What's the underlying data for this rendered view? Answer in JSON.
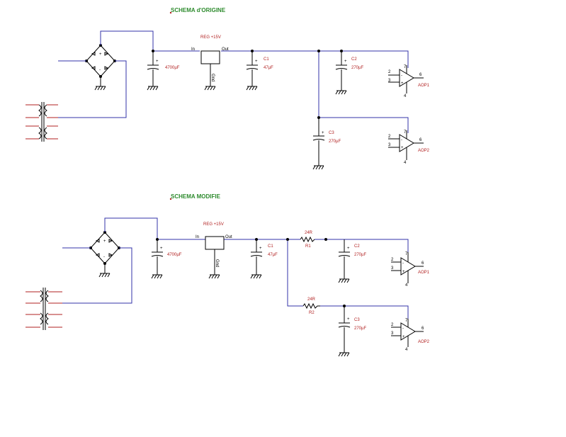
{
  "schema_top": {
    "title": "SCHEMA d'ORIGINE",
    "reg_label": "REG +15V",
    "reg_in": "In",
    "reg_out": "Out",
    "reg_gnd": "Gnd",
    "c_main": "4700µF",
    "c1_name": "C1",
    "c1_value": "47µF",
    "c2_name": "C2",
    "c2_value": "270µF",
    "c3_name": "C3",
    "c3_value": "270µF",
    "aop1": "AOP1",
    "aop2": "AOP2",
    "pin2": "2",
    "pin3": "3",
    "pin6": "6",
    "pin4": "4",
    "pin7": "7"
  },
  "schema_bottom": {
    "title": "SCHEMA MODIFIE",
    "reg_label": "REG +15V",
    "reg_in": "In",
    "reg_out": "Out",
    "reg_gnd": "Gnd",
    "c_main": "4700µF",
    "c1_name": "C1",
    "c1_value": "47µF",
    "c2_name": "C2",
    "c2_value": "270µF",
    "c3_name": "C3",
    "c3_value": "270µF",
    "r1_name": "R1",
    "r1_value": "24R",
    "r2_name": "R2",
    "r2_value": "24R",
    "aop1": "AOP1",
    "aop2": "AOP2",
    "pin2": "2",
    "pin3": "3",
    "pin6": "6",
    "pin4": "4",
    "pin7": "7"
  },
  "colors": {
    "wire": "#3333aa",
    "component": "#000000",
    "label": "#b22222",
    "title": "#2e8b2e"
  }
}
